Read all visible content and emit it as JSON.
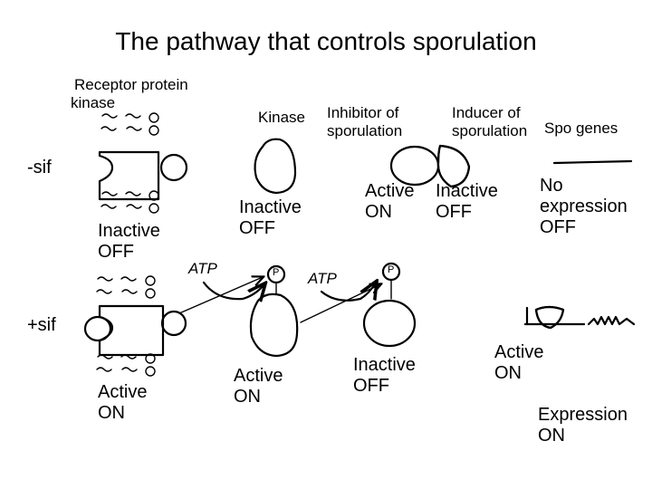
{
  "title": "The pathway that controls sporulation",
  "labels": {
    "receptor": [
      "Receptor protein",
      "kinase"
    ],
    "kinase": "Kinase",
    "inhibitor": [
      "Inhibitor of",
      "sporulation"
    ],
    "inducer": [
      "Inducer of",
      "sporulation"
    ],
    "spo_genes": "Spo genes",
    "minus_sif": "-sif",
    "plus_sif": "+sif",
    "atp_1": "ATP",
    "atp_2": "ATP",
    "phosphate": "P"
  },
  "minus_row": {
    "receptor_state": [
      "Inactive",
      "OFF"
    ],
    "kinase_state": [
      "Inactive",
      "OFF"
    ],
    "complex_active": [
      "Active",
      "ON"
    ],
    "complex_inactive": [
      "Inactive",
      "OFF"
    ],
    "genes_state": [
      "No",
      "expression",
      "OFF"
    ]
  },
  "plus_row": {
    "receptor_state": [
      "Active",
      "ON"
    ],
    "kinase_state": [
      "Active",
      "ON"
    ],
    "inhibitor_state": [
      "Inactive",
      "OFF"
    ],
    "inducer_state": [
      "Active",
      "ON"
    ],
    "genes_state": [
      "Expression",
      "ON"
    ]
  }
}
